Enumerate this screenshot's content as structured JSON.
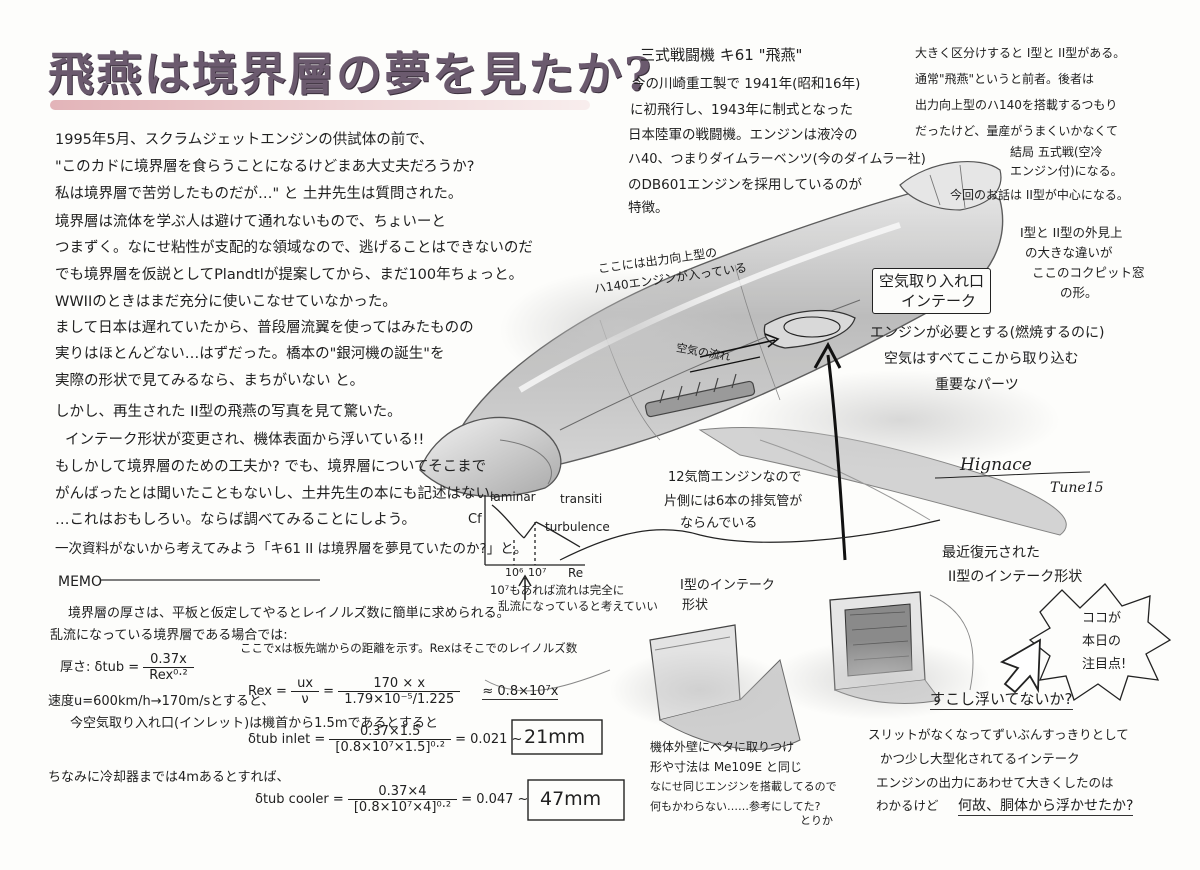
{
  "title": "飛燕は境界層の夢を見たか?",
  "left_text": {
    "lines": [
      "1995年5月、スクラムジェットエンジンの供試体の前で、",
      "\"このカドに境界層を食らうことになるけどまあ大丈夫だろうか?",
      "私は境界層で苦労したものだが…\" と 土井先生は質問された。",
      "境界層は流体を学ぶ人は避けて通れないもので、ちょいーと",
      "つまずく。なにせ粘性が支配的な領域なので、逃げることはできないのだ",
      "でも境界層を仮説としてPlandtlが提案してから、まだ100年ちょっと。",
      "WWIIのときはまだ充分に使いこなせていなかった。",
      "まして日本は遅れていたから、普段層流翼を使ってはみたものの",
      "実りはほとんどない…はずだった。橋本の\"銀河機の誕生\"を",
      "実際の形状で見てみるなら、まちがいない と。",
      "しかし、再生された II型の飛燕の写真を見て驚いた。",
      "インテーク形状が変更され、機体表面から浮いている!!",
      "もしかして境界層のための工夫か? でも、境界層についてそこまで",
      "がんばったとは聞いたこともないし、土井先生の本にも記述はない。",
      "…これはおもしろい。ならば調べてみることにしよう。",
      "一次資料がないから考えてみよう「キ61 II は境界層を夢見ていたのか?」と。"
    ]
  },
  "graph": {
    "ylabel": "Cf",
    "xlabel": "Re",
    "laminar": "laminar",
    "transition": "transiti",
    "turbulence": "turbulence",
    "tick1": "10⁶",
    "tick2": "10⁷",
    "note_lines": [
      "10⁷もあれば流れは完全に",
      "乱流になっていると考えていい"
    ]
  },
  "memo": {
    "heading": "MEMO",
    "line1": "境界層の厚さは、平板と仮定してやるとレイノルズ数に簡単に求められる。",
    "line2": "乱流になっている境界層である場合では:",
    "thickness_label": "厚さ:",
    "delta_tub": "δtub =",
    "num1": "0.37x",
    "den1": "Rex⁰·²",
    "note1": "ここでxは板先端からの距離を示す。Rexはそこでのレイノルズ数",
    "speed_text": "速度u=600km/h→170m/sとすると、",
    "rex_expr": "Rex = ",
    "rex_num": "ux",
    "rex_den": "ν",
    "rex_num2": "170 × x",
    "rex_den2": "1.79×10⁻⁵/1.225",
    "rex_approx": "≈ 0.8×10⁷x",
    "inlet_text": "今空気取り入れ口(インレット)は機首から1.5mであるとすると",
    "inlet_label": "δtub inlet =",
    "inlet_num": "0.37×1.5",
    "inlet_den": "[0.8×10⁷×1.5]⁰·²",
    "inlet_val": "= 0.021 ~",
    "inlet_result": "21mm",
    "cooler_text": "ちなみに冷却器までは4mあるとすれば、",
    "cooler_label": "δtub cooler =",
    "cooler_num": "0.37×4",
    "cooler_den": "[0.8×10⁷×4]⁰·²",
    "cooler_val": "= 0.047 ~",
    "cooler_result": "47mm"
  },
  "right_text": {
    "heading": "三式戦闘機 キ61 \"飛燕\"",
    "lines": [
      "今の川崎重工製で 1941年(昭和16年)",
      "に初飛行し、1943年に制式となった",
      "日本陸軍の戦闘機。エンジンは液冷の",
      "ハ40、つまりダイムラーベンツ(今のダイムラー社)",
      "のDB601エンジンを採用しているのが",
      "特徴。"
    ],
    "corner_lines": [
      "大きく区分けすると I型と II型がある。",
      "通常\"飛燕\"というと前者。後者は",
      "出力向上型のハ140を搭載するつもり",
      "だったけど、量産がうまくいかなくて",
      "結局 五式戦(空冷",
      "エンジン付)になる。",
      "今回のお話は II型が中心になる。"
    ]
  },
  "annotations": {
    "engine_top": [
      "ここには出力向上型の",
      "ハ140エンジンが入っている"
    ],
    "intake_box": [
      "空気取り入れ口",
      "インテーク"
    ],
    "intake_note": [
      "エンジンが必要とする(燃焼するのに)",
      "空気はすべてここから取り込む",
      "重要なパーツ"
    ],
    "airflow": "空気の流れ",
    "difference": [
      "I型と II型の外見上",
      "の大きな違いが",
      "ここのコクピット窓",
      "の形。"
    ],
    "exhaust": [
      "12気筒エンジンなので",
      "片側には6本の排気管が",
      "ならんでいる"
    ],
    "signature": [
      "Hignace",
      "Tune15"
    ],
    "type1_intake": [
      "I型のインテーク",
      "形状"
    ],
    "type2_intake": [
      "最近復元された",
      "II型のインテーク形状"
    ],
    "focus": [
      "ココが",
      "本日の",
      "注目点!"
    ],
    "floating": "すこし浮いてないか?",
    "body_side": [
      "機体外壁にベタに取りつけ",
      "形や寸法は Me109E と同じ",
      "なにせ同じエンジンを搭載してるので",
      "何もかわらない……参考にしてた?",
      "とりか"
    ],
    "slit": [
      "スリットがなくなってずいぶんすっきりとして",
      "かつ少し大型化されてるインテーク",
      "エンジンの出力にあわせて大きくしたのは",
      "わかるけど",
      "何故、胴体から浮かせたか?"
    ]
  },
  "colors": {
    "title": "#6b5a6e",
    "title_stroke": "#d88f9a",
    "ink": "#202020",
    "pencil": "#8a8a8a"
  }
}
